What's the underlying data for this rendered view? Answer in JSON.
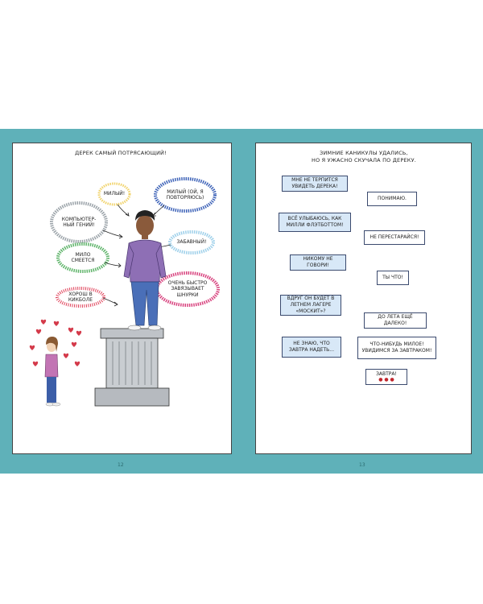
{
  "left_page": {
    "caption": "ДЕРЕК САМЫЙ ПОТРЯСАЮЩИЙ!",
    "bubbles": {
      "sweet": "МИЛЫЙ!",
      "sweet_repeat": "МИЛЫЙ (ОЙ, Я ПОВТОРЯЮСЬ)",
      "computer_genius": "КОМПЬЮТЕР-НЫЙ ГЕНИЙ!",
      "funny": "ЗАБАВНЫЙ!",
      "laughs_cute": "МИЛО СМЕЕТСЯ",
      "ties_laces": "ОЧЕНЬ БЫСТРО ЗАВЯЗЫВАЕТ ШНУРКИ",
      "kickball": "ХОРОШ В КИКБОЛЕ"
    },
    "page_number": "12"
  },
  "right_page": {
    "caption_line1": "ЗИМНИЕ КАНИКУЛЫ УДАЛИСЬ,",
    "caption_line2": "НО Я УЖАСНО СКУЧАЛА ПО ДЕРЕКУ.",
    "left_messages": [
      "МНЕ НЕ ТЕРПИТСЯ УВИДЕТЬ ДЕРЕКА!",
      "ВСЁ УЛЫБАЮСЬ, КАК МИЛЛИ ФЛЭТБОТТОМ!",
      "НИКОМУ НЕ ГОВОРИ!",
      "ВДРУГ ОН БУДЕТ В ЛЕТНЕМ ЛАГЕРЕ «МОСКИТ»?",
      "НЕ ЗНАЮ, ЧТО ЗАВТРА НАДЕТЬ..."
    ],
    "right_messages": [
      "ПОНИМАЮ.",
      "НЕ ПЕРЕСТАРАЙСЯ!",
      "ТЫ ЧТО!",
      "ДО ЛЕТА ЕЩЁ ДАЛЕКО!",
      "ЧТО-НИБУДЬ МИЛОЕ! УВИДИМСЯ ЗА ЗАВТРАКОМ!",
      "ЗАВТРА!"
    ],
    "page_number": "13"
  },
  "colors": {
    "background_teal": "#5fb1b9",
    "chat_blue": "#d8e8f7",
    "sweater_purple": "#8e6fb5"
  }
}
